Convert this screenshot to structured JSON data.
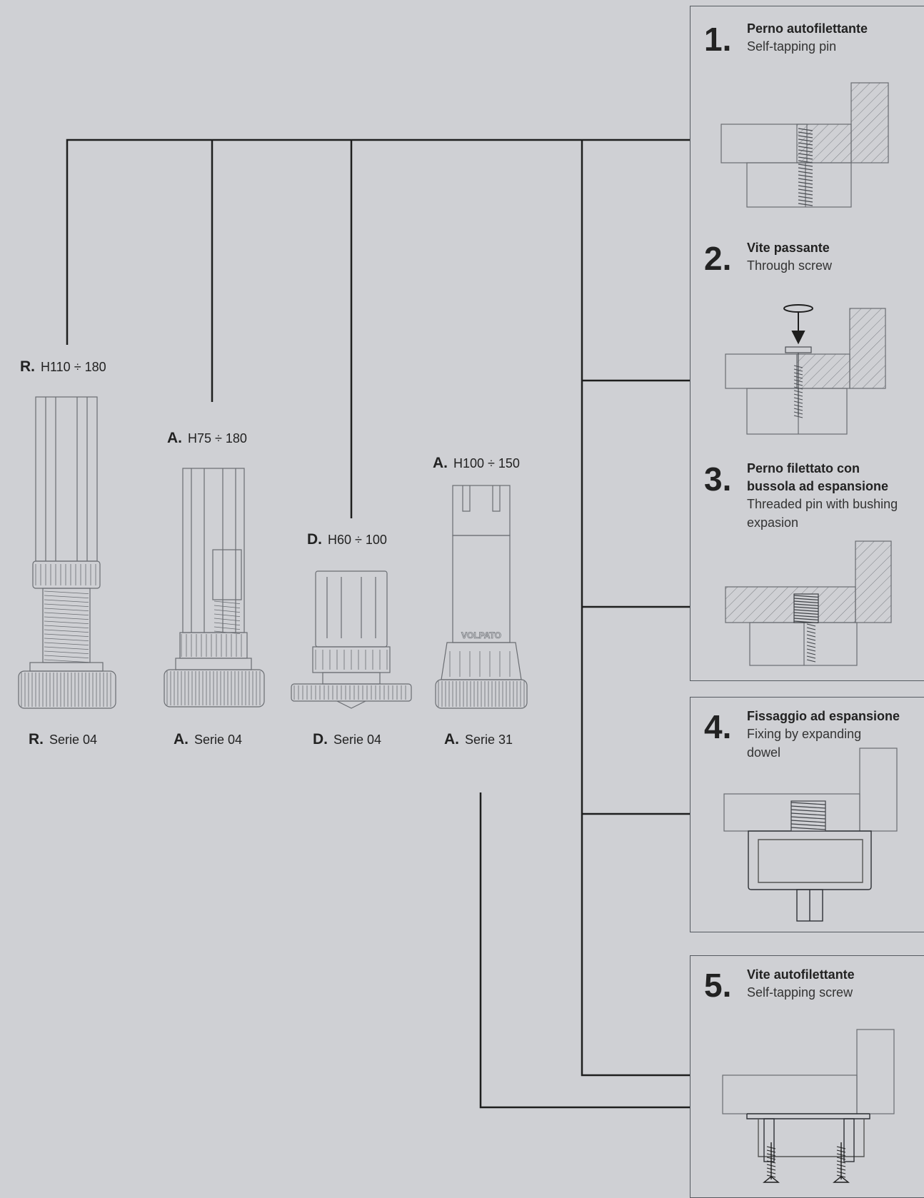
{
  "products": [
    {
      "id": "r-04",
      "height_letter": "R.",
      "height_range": "H110 ÷ 180",
      "series_letter": "R.",
      "series_label": "Serie 04"
    },
    {
      "id": "a-04",
      "height_letter": "A.",
      "height_range": "H75 ÷ 180",
      "series_letter": "A.",
      "series_label": "Serie 04"
    },
    {
      "id": "d-04",
      "height_letter": "D.",
      "height_range": "H60 ÷ 100",
      "series_letter": "D.",
      "series_label": "Serie 04"
    },
    {
      "id": "a-31",
      "height_letter": "A.",
      "height_range": "H100 ÷ 150",
      "series_letter": "A.",
      "series_label": "Serie 31",
      "brand_mark": "VOLPATO"
    }
  ],
  "fixings": [
    {
      "number": "1.",
      "title_it": "Perno autofilettante",
      "title_en": "Self-tapping pin"
    },
    {
      "number": "2.",
      "title_it": "Vite passante",
      "title_en": "Through screw"
    },
    {
      "number": "3.",
      "title_it": "Perno filettato con",
      "title_it_2": "bussola ad espansione",
      "title_en": "Threaded pin with bushing",
      "title_en_2": "expasion"
    },
    {
      "number": "4.",
      "title_it": "Fissaggio ad espansione",
      "title_en": "Fixing by expanding",
      "title_en_2": "dowel"
    },
    {
      "number": "5.",
      "title_it": "Vite autofilettante",
      "title_en": "Self-tapping screw"
    }
  ],
  "colors": {
    "background": "#cfd0d4",
    "line": "#1e1e1e",
    "drawing": "#6a6d72"
  }
}
